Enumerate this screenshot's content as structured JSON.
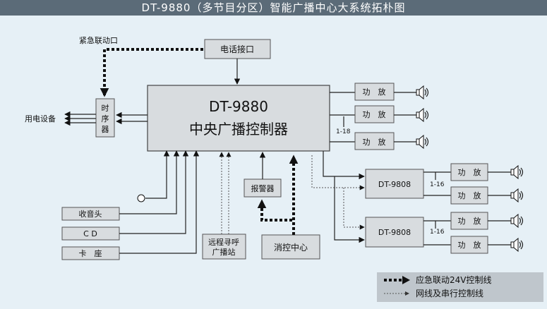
{
  "title": "DT-9880（多节目分区）智能广播中心大系统拓朴图",
  "nodes": {
    "emergency_port": "紧急联动口",
    "phone_interface": "电话接口",
    "main_controller_model": "DT-9880",
    "main_controller_name": "中央广播控制器",
    "power_equipment": "用电设备",
    "sequencer": [
      "时",
      "序",
      "器"
    ],
    "amp": "功　放",
    "range_1_18": "1-18",
    "dt9808": "DT-9808",
    "range_1_16": "1-16",
    "alarm": "报警器",
    "radio_head": "收音头",
    "cd": "C D",
    "card_seat": "卡　座",
    "remote_paging": [
      "远程寻呼",
      "广播站"
    ],
    "fire_control": "消控中心"
  },
  "legend": {
    "emergency_line": "应急联动24V控制线",
    "network_line": "网线及串行控制线"
  },
  "colors": {
    "background": "#e6f0f6",
    "title_bar": "#5b6b78",
    "box_fill": "#d8dcdf"
  }
}
